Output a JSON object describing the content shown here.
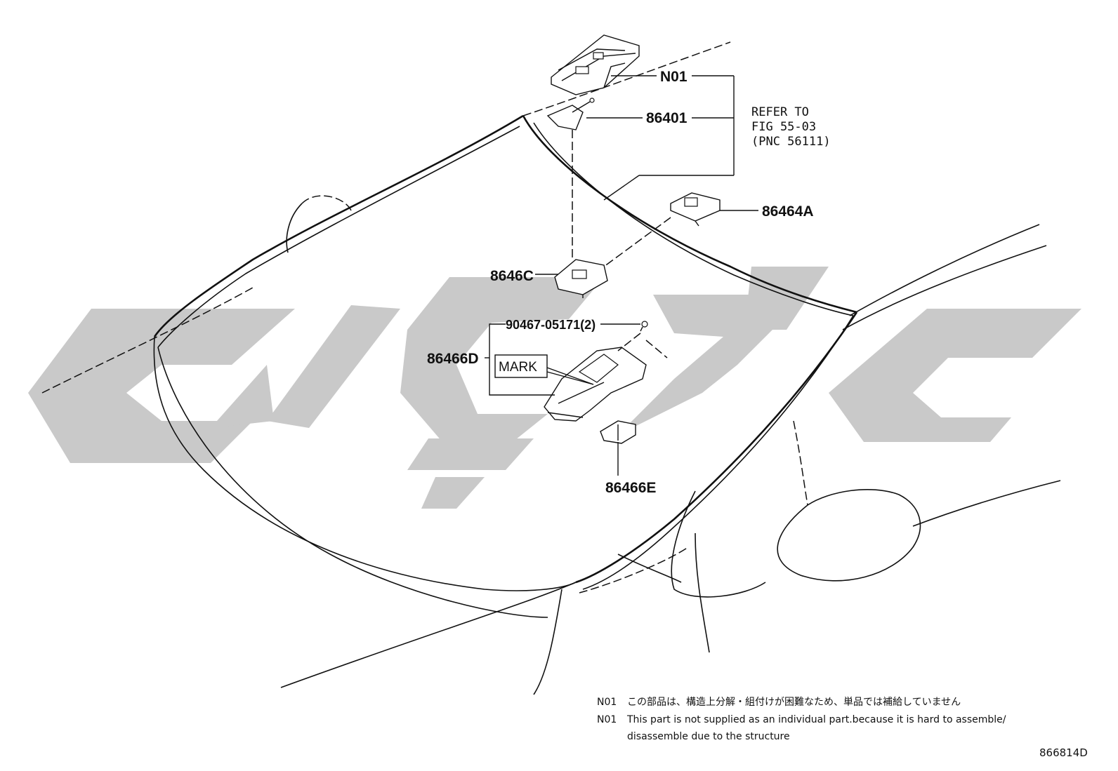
{
  "diagram": {
    "callouts": {
      "n01": "N01",
      "p86401": "86401",
      "p86464a": "86464A",
      "p8646c": "8646C",
      "p90467": "90467-05171(2)",
      "p86466d": "86466D",
      "p86466e": "86466E"
    },
    "refer": {
      "line1": "REFER TO",
      "line2": "FIG 55-03",
      "line3": "(PNC 56111)"
    },
    "mark_label": "MARK",
    "notes": {
      "jp_code": "N01",
      "jp_text": "この部品は、構造上分解・組付けが困難なため、単品では補給していません",
      "en_code": "N01",
      "en_text1": "This part is not supplied as an individual part.because it is hard to assemble/",
      "en_text2": "disassemble due to the structure"
    },
    "figure_id": "866814D"
  }
}
